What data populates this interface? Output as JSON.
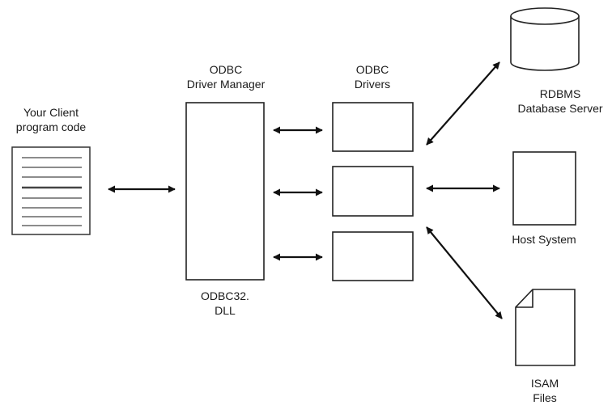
{
  "client": {
    "label_lines": [
      "Your Client",
      "program code"
    ]
  },
  "driver_manager": {
    "label_lines": [
      "ODBC",
      "Driver Manager"
    ],
    "dll_lines": [
      "ODBC32.",
      "DLL"
    ]
  },
  "drivers": {
    "label_lines": [
      "ODBC",
      "Drivers"
    ]
  },
  "targets": {
    "rdbms": {
      "label_lines": [
        "RDBMS",
        "Database Server"
      ],
      "icon": "database-cylinder-icon"
    },
    "host": {
      "label_lines": [
        "Host System"
      ],
      "icon": "host-system-icon"
    },
    "isam": {
      "label_lines": [
        "ISAM",
        "Files"
      ],
      "icon": "document-file-icon"
    }
  }
}
